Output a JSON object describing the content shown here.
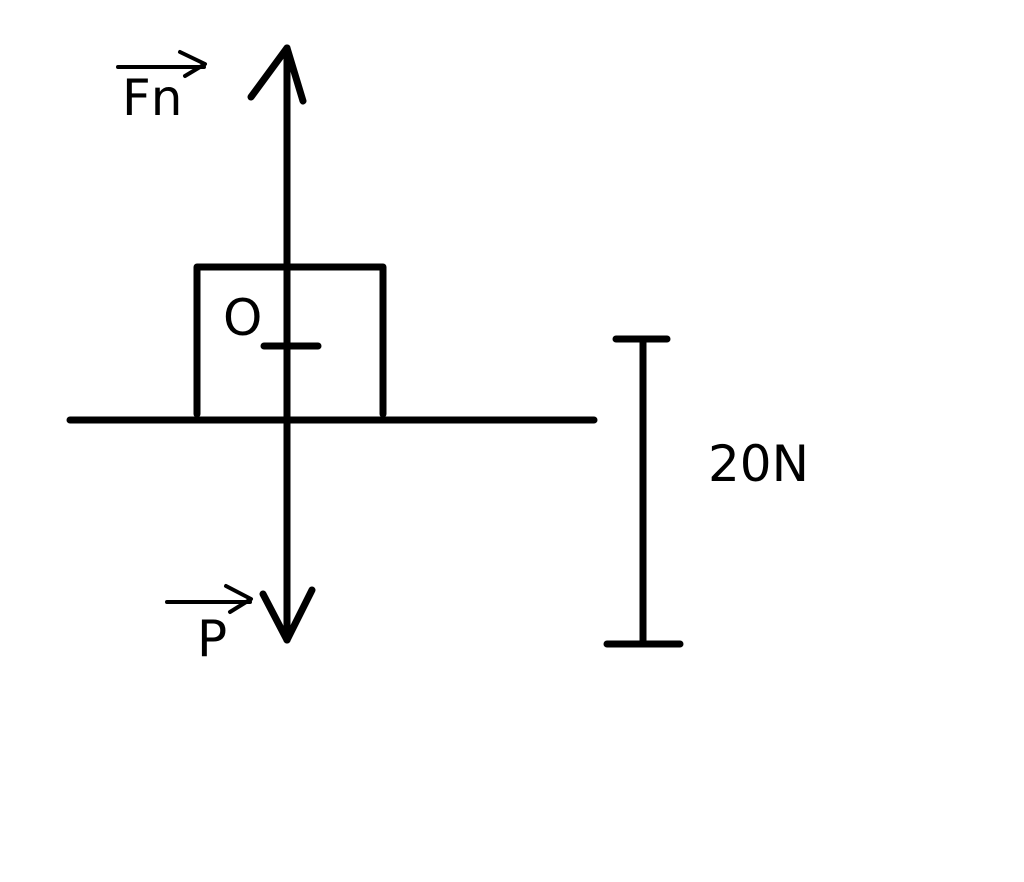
{
  "diagram": {
    "force_up": {
      "symbol": "Fn",
      "has_vector_arrow": true
    },
    "force_down": {
      "symbol": "P",
      "has_vector_arrow": true
    },
    "center_point": {
      "label": "O"
    },
    "scale": {
      "label": "20N"
    }
  },
  "colors": {
    "ink": "#000000",
    "background": "#ffffff"
  }
}
